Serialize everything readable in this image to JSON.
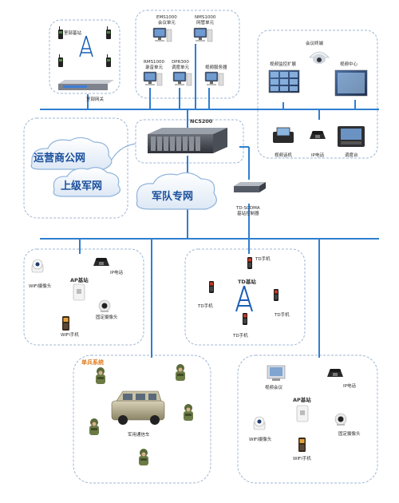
{
  "labels": {
    "base_station_top": "室部基站",
    "core_switch": "室部网关",
    "ems_meeting": "EMS1000\n会议单元",
    "nms_network": "NMS1000\n网管单元",
    "rms_record": "RMS1000\n录音单元",
    "dpr_dispatch": "DPR300\n调度单元",
    "video_service": "视频服务器",
    "meeting_terminal": "会议终端",
    "video_monitor_ext": "视频监控扩展",
    "video_center": "视频中心",
    "video_phone": "视频话机",
    "ip_phone_top": "IP电话",
    "dispatch_console": "调度台",
    "nc5200": "NC5200",
    "carrier_net": "运营商公网",
    "upper_military_net": "上级军网",
    "military_net": "军队专网",
    "td_controller": "TD-SCDMA\n基站控制器",
    "ap_base_left": "AP基站",
    "wifi_camera_left": "WIFI摄像头",
    "ip_phone_left": "IP电话",
    "fixed_camera_left": "固定摄像头",
    "wifi_phone_left": "WIFI手机",
    "td_base": "TD基站",
    "td_phone_top": "TD手机",
    "td_phone_left": "TD手机",
    "td_phone_right": "TD手机",
    "td_phone_bottom": "TD手机",
    "soldier_system": "单兵系统",
    "military_vehicle": "军用通信车",
    "video_meeting": "视频会议",
    "ip_phone_right": "IP电话",
    "ap_base_right": "AP基站",
    "wifi_camera_right": "WIFI摄像头",
    "fixed_camera_right": "固定摄像头",
    "wifi_phone_right": "WIFI手机"
  },
  "colors": {
    "bus": "#2f7fd0",
    "dash": "#9fb6d4",
    "cloud": "#8fb3dc",
    "accent_text": "#1a4f9c",
    "soldier_label": "#e07a1a"
  },
  "icons": [
    "antenna-tower-icon",
    "handheld-radio-icon",
    "switch-icon",
    "server-pc-icon",
    "monitor-icon",
    "camera-dome-icon",
    "ip-phone-icon",
    "video-phone-icon",
    "console-icon",
    "rack-server-icon",
    "cloud-icon",
    "wifi-camera-icon",
    "phone-icon",
    "soldier-icon",
    "vehicle-icon"
  ]
}
